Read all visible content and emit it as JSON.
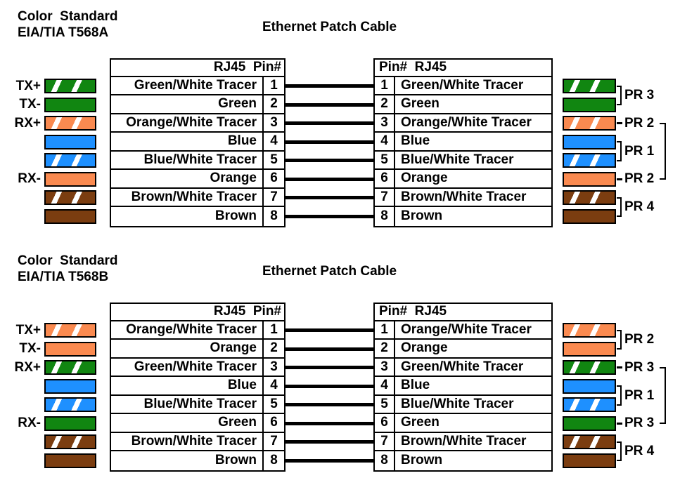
{
  "palette": {
    "green": "#118611",
    "orange": "#FA8A50",
    "blue": "#1E90FF",
    "brown": "#7B3D10",
    "tracer_stripe": "#FFFFFF",
    "wire_line": "#000000"
  },
  "diagrams": [
    {
      "standard_label": {
        "line1": "Color  Standard",
        "line2": "EIA/TIA T568A"
      },
      "title": "Ethernet Patch Cable",
      "left_table_header": "RJ45  Pin#",
      "right_table_header": "Pin#  RJ45",
      "signal_labels": [
        {
          "pin": 1,
          "label": "TX+"
        },
        {
          "pin": 2,
          "label": "TX-"
        },
        {
          "pin": 3,
          "label": "RX+"
        },
        {
          "pin": 6,
          "label": "RX-"
        }
      ],
      "wires": [
        {
          "pin": "1",
          "name": "Green/White Tracer",
          "color": "green",
          "tracer": true
        },
        {
          "pin": "2",
          "name": "Green",
          "color": "green",
          "tracer": false
        },
        {
          "pin": "3",
          "name": "Orange/White Tracer",
          "color": "orange",
          "tracer": true
        },
        {
          "pin": "4",
          "name": "Blue",
          "color": "blue",
          "tracer": false
        },
        {
          "pin": "5",
          "name": "Blue/White Tracer",
          "color": "blue",
          "tracer": true
        },
        {
          "pin": "6",
          "name": "Orange",
          "color": "orange",
          "tracer": false
        },
        {
          "pin": "7",
          "name": "Brown/White Tracer",
          "color": "brown",
          "tracer": true
        },
        {
          "pin": "8",
          "name": "Brown",
          "color": "brown",
          "tracer": false
        }
      ],
      "pairs": [
        {
          "label": "PR 3",
          "pins": [
            1,
            2
          ],
          "style": "bracket"
        },
        {
          "label": "PR 2",
          "pins": [
            3,
            6
          ],
          "style": "split"
        },
        {
          "label": "PR 1",
          "pins": [
            4,
            5
          ],
          "style": "bracket"
        },
        {
          "label": "PR 4",
          "pins": [
            7,
            8
          ],
          "style": "bracket"
        }
      ]
    },
    {
      "standard_label": {
        "line1": "Color  Standard",
        "line2": "EIA/TIA T568B"
      },
      "title": "Ethernet Patch Cable",
      "left_table_header": "RJ45  Pin#",
      "right_table_header": "Pin#  RJ45",
      "signal_labels": [
        {
          "pin": 1,
          "label": "TX+"
        },
        {
          "pin": 2,
          "label": "TX-"
        },
        {
          "pin": 3,
          "label": "RX+"
        },
        {
          "pin": 6,
          "label": "RX-"
        }
      ],
      "wires": [
        {
          "pin": "1",
          "name": "Orange/White Tracer",
          "color": "orange",
          "tracer": true
        },
        {
          "pin": "2",
          "name": "Orange",
          "color": "orange",
          "tracer": false
        },
        {
          "pin": "3",
          "name": "Green/White Tracer",
          "color": "green",
          "tracer": true
        },
        {
          "pin": "4",
          "name": "Blue",
          "color": "blue",
          "tracer": false
        },
        {
          "pin": "5",
          "name": "Blue/White Tracer",
          "color": "blue",
          "tracer": true
        },
        {
          "pin": "6",
          "name": "Green",
          "color": "green",
          "tracer": false
        },
        {
          "pin": "7",
          "name": "Brown/White Tracer",
          "color": "brown",
          "tracer": true
        },
        {
          "pin": "8",
          "name": "Brown",
          "color": "brown",
          "tracer": false
        }
      ],
      "pairs": [
        {
          "label": "PR 2",
          "pins": [
            1,
            2
          ],
          "style": "bracket"
        },
        {
          "label": "PR 3",
          "pins": [
            3,
            6
          ],
          "style": "split"
        },
        {
          "label": "PR 1",
          "pins": [
            4,
            5
          ],
          "style": "bracket"
        },
        {
          "label": "PR 4",
          "pins": [
            7,
            8
          ],
          "style": "bracket"
        }
      ]
    }
  ]
}
